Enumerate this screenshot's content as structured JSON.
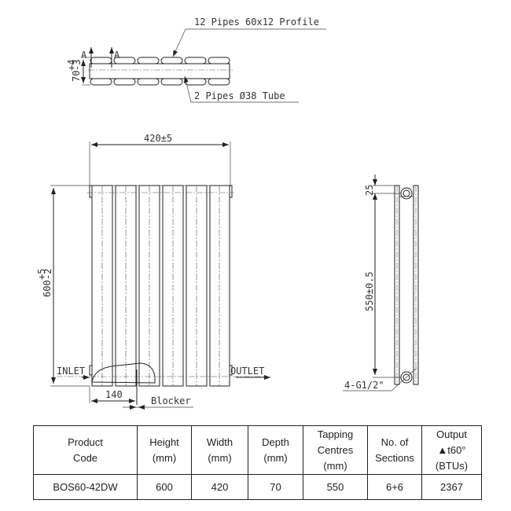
{
  "drawing": {
    "top_view": {
      "label_profile": "12 Pipes 60x12 Profile",
      "label_tube": "2 Pipes Ø38 Tube",
      "section_marker": "A",
      "depth_dim": "70",
      "depth_tol_upper": "+4",
      "depth_tol_lower": "-3"
    },
    "front_view": {
      "width_dim": "420±5",
      "height_dim": "600",
      "height_tol_upper": "+5",
      "height_tol_lower": "-2",
      "inlet_label": "INLET",
      "outlet_label": "OUTLET",
      "blocker_offset_dim": "140",
      "blocker_label": "Blocker",
      "section_count": 6
    },
    "side_view": {
      "top_offset_dim": "25",
      "tapping_dim": "550±0.5",
      "connection_label": "4-G1/2\""
    }
  },
  "table": {
    "headers": [
      [
        "Product",
        "Code"
      ],
      [
        "Height",
        "(mm)"
      ],
      [
        "Width",
        "(mm)"
      ],
      [
        "Depth",
        "(mm)"
      ],
      [
        "Tapping",
        "Centres",
        "(mm)"
      ],
      [
        "No. of",
        "Sections"
      ],
      [
        "Output",
        "▲t60° (BTUs)"
      ]
    ],
    "rows": [
      [
        "BOS60-42DW",
        "600",
        "420",
        "70",
        "550",
        "6+6",
        "2367"
      ]
    ]
  }
}
